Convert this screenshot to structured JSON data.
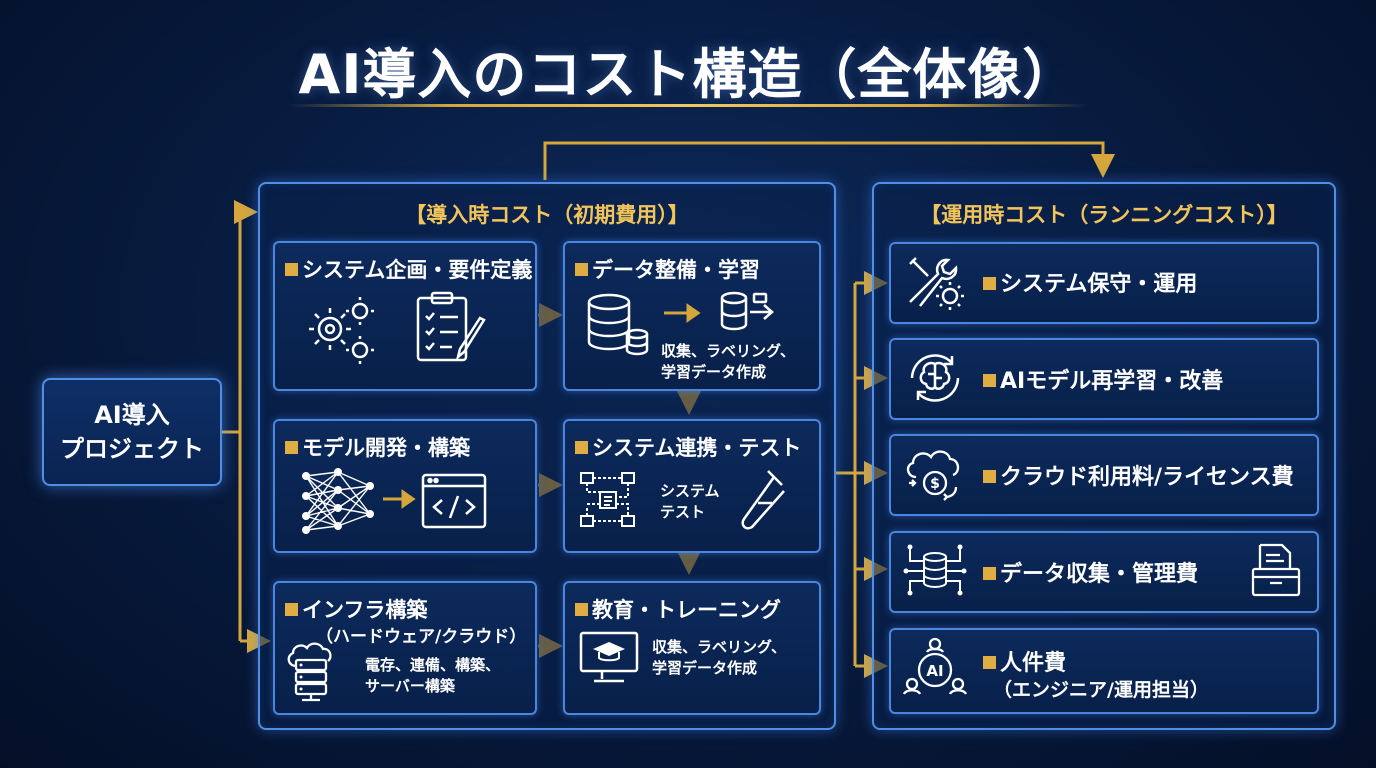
{
  "title": "AI導入のコスト構造（全体像）",
  "colors": {
    "gold": "#d4a63c",
    "border_blue": "#4f8fe8",
    "background": "#071a3d"
  },
  "start": {
    "line1": "AI導入",
    "line2": "プロジェクト"
  },
  "initial": {
    "heading": "【導入時コスト（初期費用）】",
    "boxes": [
      {
        "title": "システム企画・要件定義",
        "icons": [
          "gears-icon",
          "clipboard-checklist-icon"
        ]
      },
      {
        "title": "データ整備・学習",
        "desc1": "収集、ラベリング、",
        "desc2": "学習データ作成",
        "icons": [
          "database-icon",
          "data-transfer-icon"
        ]
      },
      {
        "title": "モデル開発・構築",
        "icons": [
          "neural-network-icon",
          "code-window-icon"
        ]
      },
      {
        "title": "システム連携・テスト",
        "desc1": "システム",
        "desc2": "テスト",
        "icons": [
          "flow-diagram-icon",
          "test-tube-icon"
        ]
      },
      {
        "title": "インフラ構築",
        "subtitle": "（ハードウェア/クラウド）",
        "desc1": "電存、連備、構築、",
        "desc2": "サーバー構築",
        "icons": [
          "cloud-server-icon"
        ]
      },
      {
        "title": "教育・トレーニング",
        "desc1": "収集、ラベリング、",
        "desc2": "学習データ作成",
        "icons": [
          "monitor-graduation-icon"
        ]
      }
    ]
  },
  "running": {
    "heading": "【運用時コスト（ランニングコスト）】",
    "items": [
      {
        "title": "システム保守・運用",
        "icon": "wrench-gear-icon"
      },
      {
        "title": "AIモデル再学習・改善",
        "icon": "brain-cycle-icon"
      },
      {
        "title": "クラウド利用料/ライセンス費",
        "icon": "cloud-coin-icon"
      },
      {
        "title": "データ収集・管理費",
        "icon": "data-chip-icon",
        "icon2": "file-box-icon"
      },
      {
        "title": "人件費",
        "subtitle": "（エンジニア/運用担当）",
        "icon": "people-ai-icon",
        "icon_text": "AI"
      }
    ]
  }
}
